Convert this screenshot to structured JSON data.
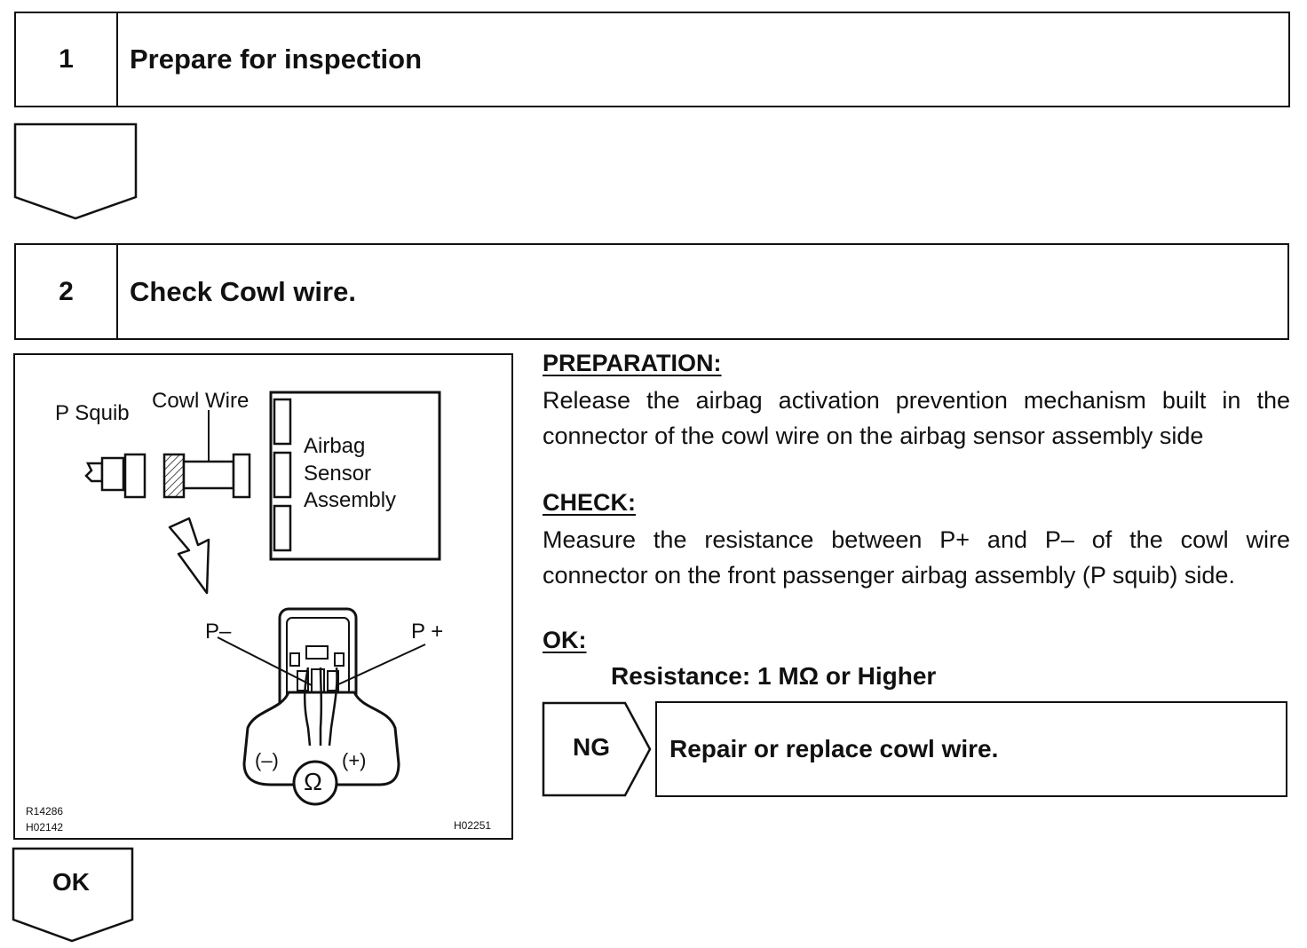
{
  "steps": [
    {
      "number": "1",
      "title": "Prepare for inspection"
    },
    {
      "number": "2",
      "title": "Check Cowl wire."
    }
  ],
  "figure": {
    "labels": {
      "p_squib": "P Squib",
      "cowl_wire": "Cowl Wire",
      "sensor_line1": "Airbag",
      "sensor_line2": "Sensor",
      "sensor_line3": "Assembly",
      "p_minus": "P–",
      "p_plus": "P +",
      "meter_minus": "(–)",
      "meter_plus": "(+)",
      "ohm": "Ω"
    },
    "codes": {
      "code_1": "R14286",
      "code_2": "H02142",
      "code_3": "H02251"
    }
  },
  "instructions": {
    "preparation_heading": "PREPARATION:",
    "preparation_text": "Release the airbag activation prevention mechanism built in the connector of the cowl wire on the airbag sensor assembly side",
    "check_heading": "CHECK:",
    "check_text": "Measure the resistance between P+ and P– of the cowl wire connector on the front passenger airbag assembly (P squib) side.",
    "ok_heading": "OK:",
    "ok_spec": "Resistance: 1 MΩ or Higher"
  },
  "result_ng": {
    "label": "NG",
    "action": "Repair or replace cowl wire."
  },
  "result_ok": {
    "label": "OK"
  }
}
